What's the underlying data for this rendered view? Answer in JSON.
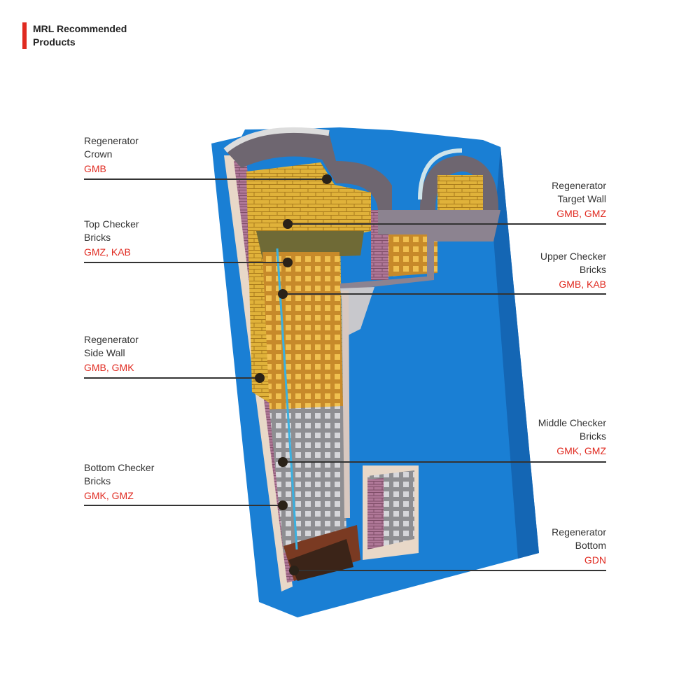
{
  "header": {
    "title_line1": "MRL Recommended",
    "title_line2": "Products"
  },
  "colors": {
    "accent": "#e02a20",
    "shell": "#1a7fd4"
  },
  "labels": [
    {
      "line1": "Regenerator",
      "line2": "Crown",
      "products": "GMB",
      "side": "left"
    },
    {
      "line1": "Regenerator",
      "line2": "Target Wall",
      "products": "GMB, GMZ",
      "side": "right"
    },
    {
      "line1": "Top Checker",
      "line2": "Bricks",
      "products": "GMZ, KAB",
      "side": "left"
    },
    {
      "line1": "Upper Checker",
      "line2": "Bricks",
      "products": "GMB, KAB",
      "side": "right"
    },
    {
      "line1": "Regenerator",
      "line2": "Side Wall",
      "products": "GMB, GMK",
      "side": "left"
    },
    {
      "line1": "Middle Checker",
      "line2": "Bricks",
      "products": "GMK, GMZ",
      "side": "right"
    },
    {
      "line1": "Bottom Checker",
      "line2": "Bricks",
      "products": "GMK, GMZ",
      "side": "left"
    },
    {
      "line1": "Regenerator",
      "line2": "Bottom",
      "products": "GDN",
      "side": "right"
    }
  ]
}
